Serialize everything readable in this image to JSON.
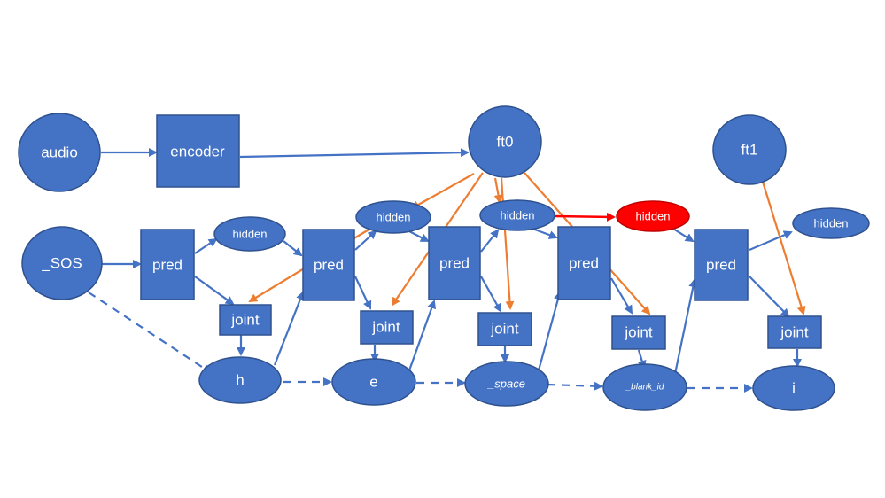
{
  "diagram": {
    "nodes": {
      "audio": "audio",
      "encoder": "encoder",
      "ft0": "ft0",
      "ft1": "ft1",
      "sos": "_SOS",
      "pred1": "pred",
      "pred2": "pred",
      "pred3": "pred",
      "pred4": "pred",
      "pred5": "pred",
      "hidden1": "hidden",
      "hidden2": "hidden",
      "hidden3": "hidden",
      "hidden4": "hidden",
      "hidden5": "hidden",
      "joint1": "joint",
      "joint2": "joint",
      "joint3": "joint",
      "joint4": "joint",
      "joint5": "joint",
      "out_h": "h",
      "out_e": "e",
      "out_space": "_space",
      "out_blank": "_blank_id",
      "out_i": "i"
    },
    "colors": {
      "node_fill": "#4472c4",
      "highlight_fill": "#ff0000",
      "edge_blue": "#4472c4",
      "edge_orange": "#ed7d31",
      "edge_red": "#ff0000"
    }
  }
}
